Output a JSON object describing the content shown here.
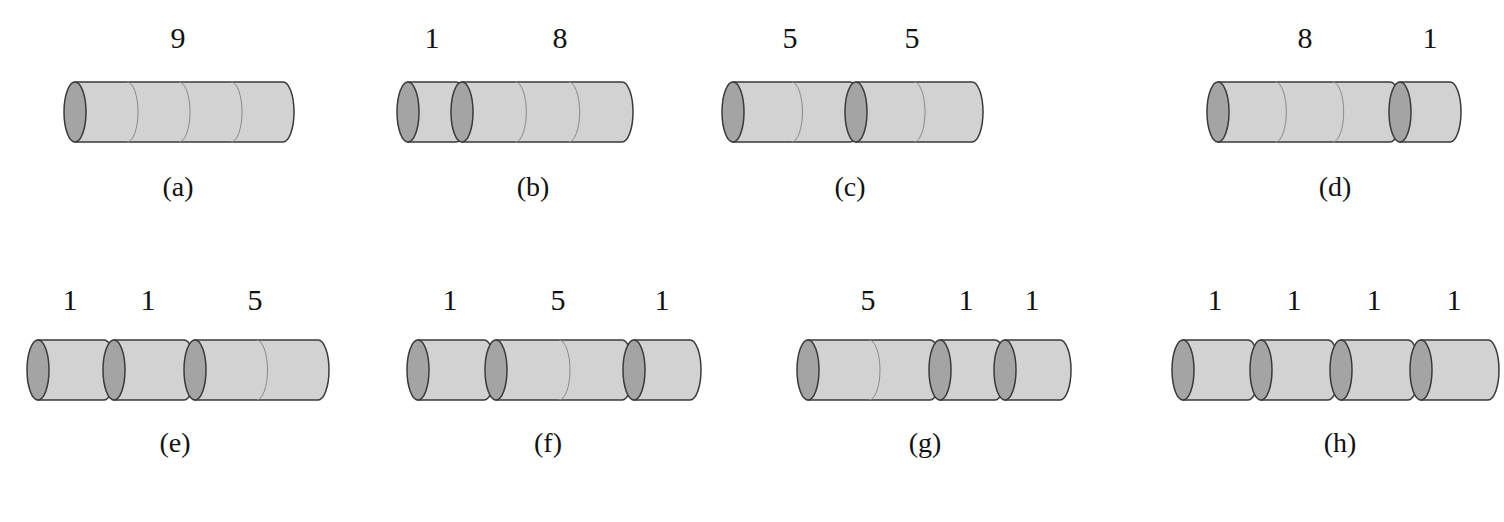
{
  "diagram": {
    "labels": [
      "9",
      "(a)",
      "1",
      "8",
      "(b)",
      "5",
      "5",
      "(c)",
      "8",
      "1",
      "(d)",
      "1",
      "1",
      "5",
      "(e)",
      "1",
      "5",
      "1",
      "(f)",
      "5",
      "1",
      "1",
      "(g)",
      "1",
      "1",
      "1",
      "1",
      "(h)"
    ]
  }
}
